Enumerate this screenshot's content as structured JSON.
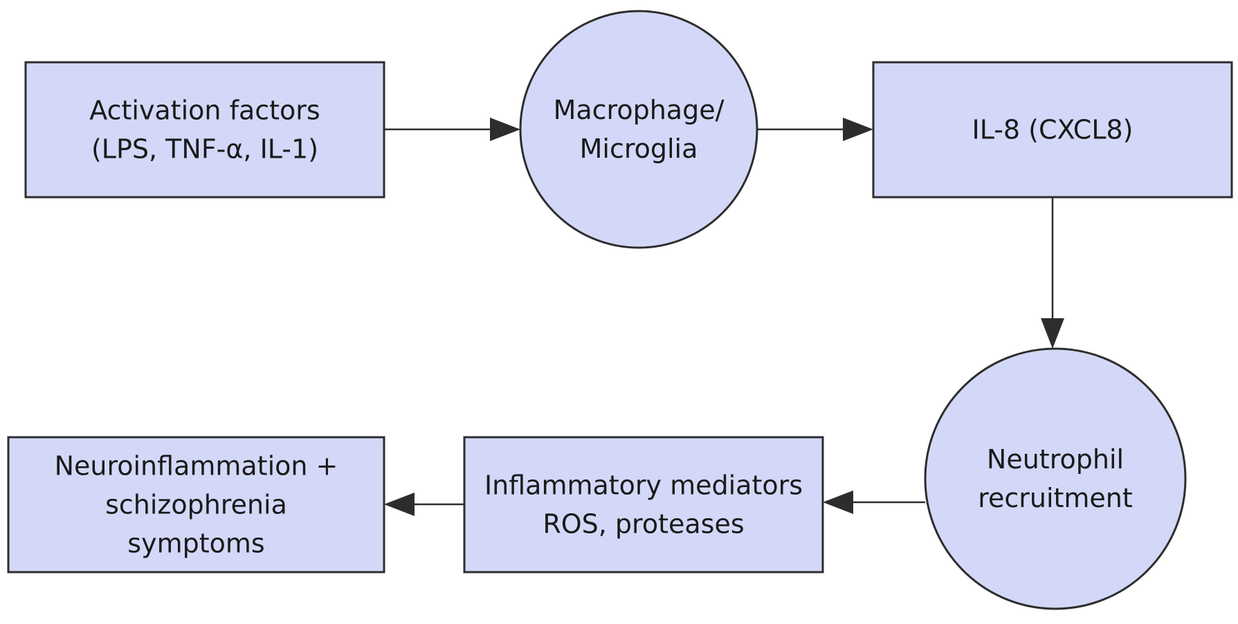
{
  "diagram": {
    "nodes": [
      {
        "id": "activation",
        "shape": "rectangle",
        "lines": [
          "Activation factors",
          "(LPS, TNF-α, IL-1)"
        ]
      },
      {
        "id": "macrophage",
        "shape": "circle",
        "lines": [
          "Macrophage/",
          "Microglia"
        ]
      },
      {
        "id": "il8",
        "shape": "rectangle",
        "lines": [
          "IL-8 (CXCL8)"
        ]
      },
      {
        "id": "neutrophil",
        "shape": "circle",
        "lines": [
          "Neutrophil",
          "recruitment"
        ]
      },
      {
        "id": "mediators",
        "shape": "rectangle",
        "lines": [
          "Inflammatory mediators",
          "ROS, proteases"
        ]
      },
      {
        "id": "outcome",
        "shape": "rectangle",
        "lines": [
          "Neuroinflammation +",
          "schizophrenia",
          "symptoms"
        ]
      }
    ],
    "edges": [
      {
        "from": "activation",
        "to": "macrophage"
      },
      {
        "from": "macrophage",
        "to": "il8"
      },
      {
        "from": "il8",
        "to": "neutrophil"
      },
      {
        "from": "neutrophil",
        "to": "mediators"
      },
      {
        "from": "mediators",
        "to": "outcome"
      }
    ],
    "colors": {
      "node_fill": "#d3d8f8",
      "stroke": "#2d2d2d",
      "text": "#1a1a1a"
    }
  }
}
